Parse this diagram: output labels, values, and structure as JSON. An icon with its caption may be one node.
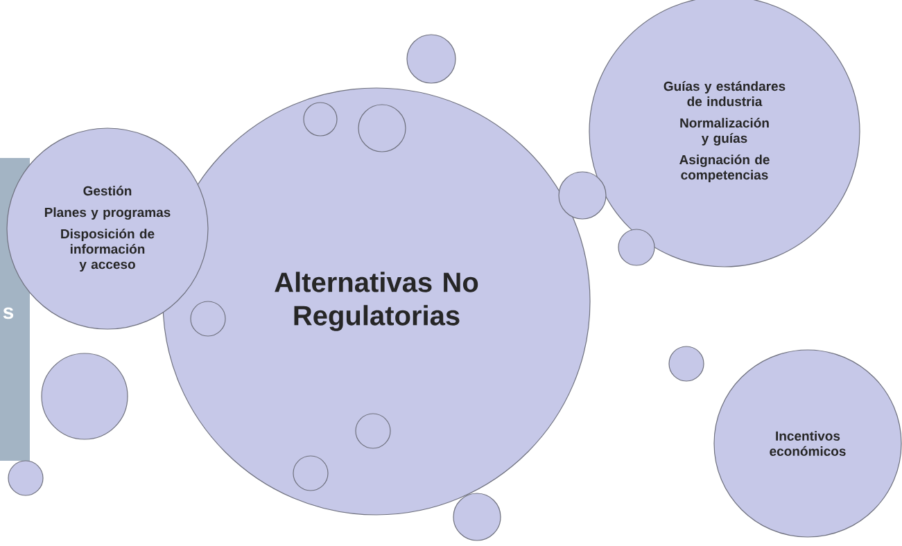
{
  "diagram": {
    "nodes": [
      {
        "text": [
          "Alternativas No Regulatorias"
        ]
      },
      {
        "text": [
          "Gestión",
          "Planes y programas",
          "Disposición de información y acceso"
        ]
      },
      {
        "text": [
          "Guías y estándares de industria",
          "Normalización y guías",
          "Asignación de competencias"
        ]
      },
      {
        "text": [
          "Incentivos económicos"
        ]
      },
      {
        "text": [],
        "shape": "circle"
      },
      {
        "text": [],
        "shape": "circle"
      },
      {
        "text": [],
        "shape": "circle",
        "in": 0
      },
      {
        "text": [],
        "shape": "circle",
        "in": 0
      },
      {
        "text": [],
        "shape": "circle",
        "in": 0
      },
      {
        "text": [],
        "shape": "circle",
        "in": 0
      },
      {
        "text": [],
        "shape": "circle",
        "in": 0
      },
      {
        "text": [],
        "shape": "circle"
      },
      {
        "text": [],
        "shape": "circle"
      },
      {
        "text": [],
        "shape": "circle"
      },
      {
        "text": [],
        "shape": "circle"
      },
      {
        "text": [],
        "shape": "circle"
      }
    ],
    "labels": [
      "s"
    ]
  }
}
